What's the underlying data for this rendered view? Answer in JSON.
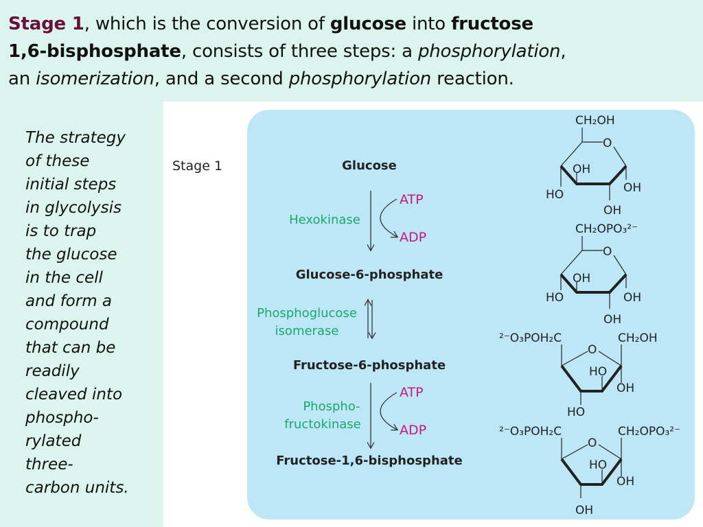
{
  "header": {
    "line1": {
      "stage": "Stage 1",
      "t1": ", which is the conversion of ",
      "glucose": "glucose",
      "t2": " into ",
      "fructose": "fructose"
    },
    "line2": {
      "bisp": "1,6-bisphosphate",
      "t1": ", consists of three steps: a ",
      "phos": "phosphorylation",
      "t2": ","
    },
    "line3": {
      "t0": "an ",
      "iso": "isomerization",
      "t1": ", and a second ",
      "phos": "phosphorylation",
      "t2": " reaction."
    }
  },
  "side_text": [
    "The strategy",
    "of these",
    "initial steps",
    "in glycolysis",
    "is to trap",
    "the glucose",
    "in the cell",
    "and form a",
    "compound",
    "that can be",
    "readily",
    "cleaved into",
    "phospho-",
    "rylated",
    "three-",
    "carbon units."
  ],
  "diagram": {
    "stage_label": "Stage 1",
    "compounds": [
      "Glucose",
      "Glucose-6-phosphate",
      "Fructose-6-phosphate",
      "Fructose-1,6-bisphosphate"
    ],
    "enzymes": {
      "hexokinase": "Hexokinase",
      "pgi_1": "Phosphoglucose",
      "pgi_2": "isomerase",
      "pfk_1": "Phospho-",
      "pfk_2": "fructokinase"
    },
    "cofactors": {
      "atp": "ATP",
      "adp": "ADP"
    },
    "structures": {
      "glucose": {
        "top": "CH₂OH",
        "oh_inner": "OH",
        "ho_left": "HO",
        "oh_right": "OH",
        "oh_bottom": "OH"
      },
      "g6p": {
        "top": "CH₂OPO₃²⁻",
        "oh_inner": "OH",
        "ho_left": "HO",
        "oh_right": "OH",
        "oh_bottom": "OH"
      },
      "f6p": {
        "left": "²⁻O₃POH₂C",
        "right": "CH₂OH",
        "ring_o": "O",
        "ho_inner": "HO",
        "oh_right": "OH",
        "ho_bottom": "HO"
      },
      "f16bp": {
        "left": "²⁻O₃POH₂C",
        "right": "CH₂OPO₃²⁻",
        "ring_o": "O",
        "ho_inner": "HO",
        "oh_right": "OH",
        "oh_bottom": "OH"
      },
      "ring_o": "O"
    }
  },
  "colors": {
    "stage": "#6b0f3a",
    "enzyme": "#1aa86b",
    "cofactor": "#c8177f",
    "box": "#bde6f7",
    "background": "#dcf4ee"
  }
}
